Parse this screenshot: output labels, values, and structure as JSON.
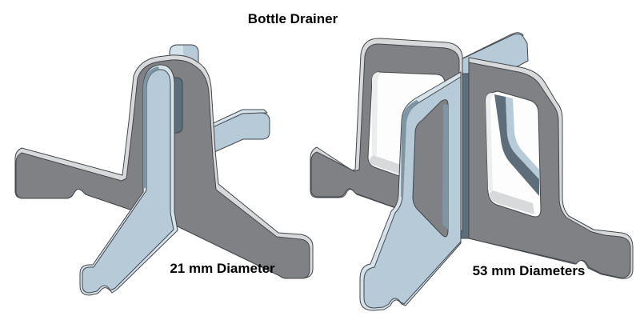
{
  "title": "Bottle Drainer",
  "models": {
    "left": {
      "label": "21 mm Diameter"
    },
    "right": {
      "label": "53 mm Diameters"
    }
  },
  "colors": {
    "background": "#ffffff",
    "text": "#000000",
    "edge": "#42474b",
    "gray_face": "#7f8184",
    "gray_bevel": "#d7d9da",
    "gray_light": "#eceded",
    "blue_face": "#b6cad7",
    "blue_bevel": "#d6e2ea",
    "blue_dark": "#7e95a4",
    "blue_deep": "#5d6e7a",
    "window_fill": "#fdfdfd"
  }
}
